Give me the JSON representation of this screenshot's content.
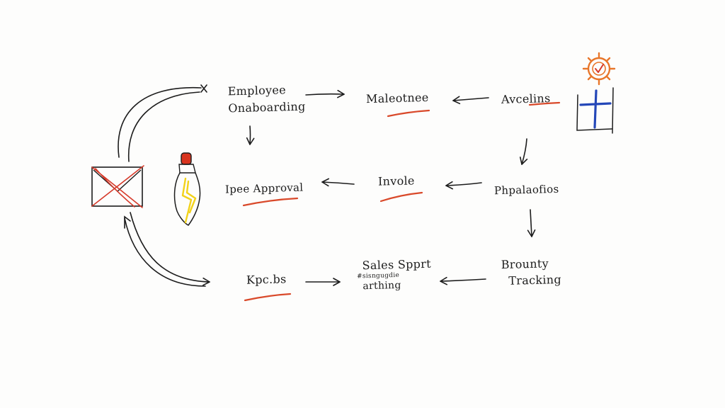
{
  "colors": {
    "ink": "#1c1c1c",
    "underline": "#d9492a",
    "envelope_cross": "#d63a2a",
    "bulb_yellow": "#f2d21a",
    "bulb_red": "#d8341f",
    "gear": "#e8762a",
    "check": "#d63a2a",
    "cross_blue": "#2447b8"
  },
  "nodes": {
    "employee_onboarding": {
      "line1": "Employee",
      "line2": "Onaboarding"
    },
    "maleotnee": {
      "text": "Maleotnee"
    },
    "avcelins": {
      "text": "Avcelins"
    },
    "ipee_approval": {
      "text": "Ipee Approval"
    },
    "invole": {
      "text": "Invole"
    },
    "phpalaofios": {
      "text": "Phpalaofios"
    },
    "kpc_bs": {
      "text": "Kpc.bs"
    },
    "sales_spprt": {
      "line1": "Sales Spprt",
      "line2": "#sisngugdie",
      "line3": "arthing"
    },
    "bironty_tracking": {
      "line1": "Brounty",
      "line2": "Tracking"
    }
  },
  "icons": [
    "envelope-icon",
    "lightbulb-icon",
    "gear-check-icon",
    "cross-icon"
  ]
}
